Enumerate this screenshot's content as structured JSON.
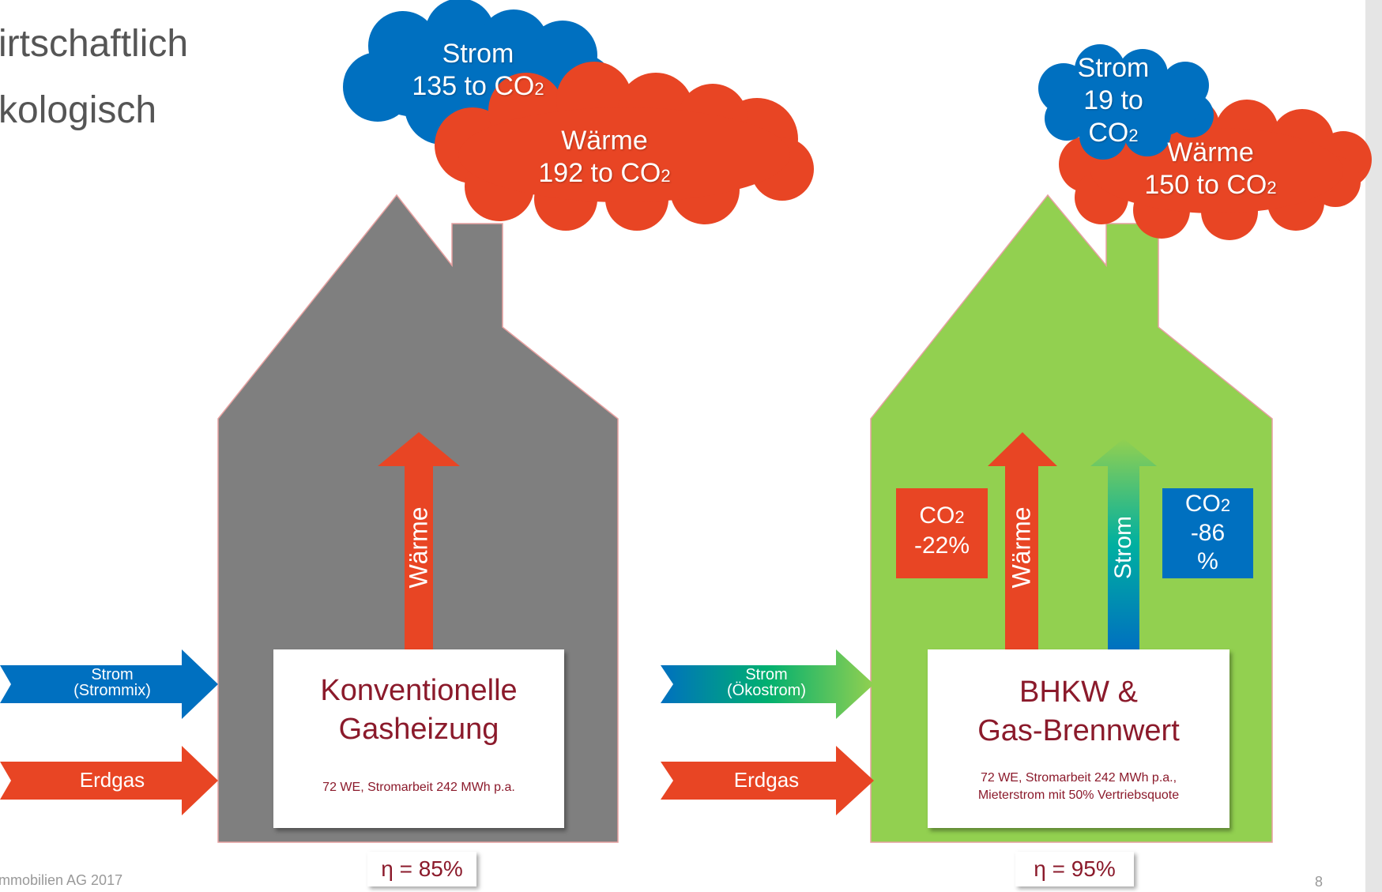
{
  "bullets": [
    "irtschaftlich",
    "kologisch"
  ],
  "left_house": {
    "cloud_strom": {
      "line1": "Strom",
      "line2_value": "135 to CO",
      "line2_sub": "2"
    },
    "cloud_waerme": {
      "line1": "Wärme",
      "line2_value": "192 to CO",
      "line2_sub": "2"
    },
    "arrow_waerme": "Wärme",
    "box_title_1": "Konventionelle",
    "box_title_2": "Gasheizung",
    "box_note": "72 WE, Stromarbeit 242 MWh p.a.",
    "efficiency": "η = 85%",
    "input_strom_1": "Strom",
    "input_strom_2": "(Strommix)",
    "input_erdgas": "Erdgas"
  },
  "right_house": {
    "cloud_strom": {
      "line1": "Strom",
      "line2": "19 to",
      "line3_value": "CO",
      "line3_sub": "2"
    },
    "cloud_waerme": {
      "line1": "Wärme",
      "line2_value": "150 to CO",
      "line2_sub": "2"
    },
    "arrow_waerme": "Wärme",
    "arrow_strom": "Strom",
    "co2_red": {
      "line1_value": "CO",
      "line1_sub": "2",
      "line2": "-22%"
    },
    "co2_blue": {
      "line1_value": "CO",
      "line1_sub": "2",
      "line2": "-86",
      "line3": "%"
    },
    "box_title_1": "BHKW &",
    "box_title_2": "Gas-Brennwert",
    "box_note_1": "72 WE, Stromarbeit 242 MWh p.a.,",
    "box_note_2": "Mieterstrom mit 50% Vertriebsquote",
    "efficiency": "η = 95%",
    "input_strom_1": "Strom",
    "input_strom_2": "(Ökostrom)",
    "input_erdgas": "Erdgas"
  },
  "footer": {
    "left": "mmobilien AG 2017",
    "page_number": "8"
  },
  "colors": {
    "house_grey": "#7f7f7f",
    "house_green": "#92d050",
    "red": "#e84524",
    "blue": "#0070c0",
    "dark_red_text": "#8b1a2b",
    "sidebar": "#e5e5e5"
  }
}
